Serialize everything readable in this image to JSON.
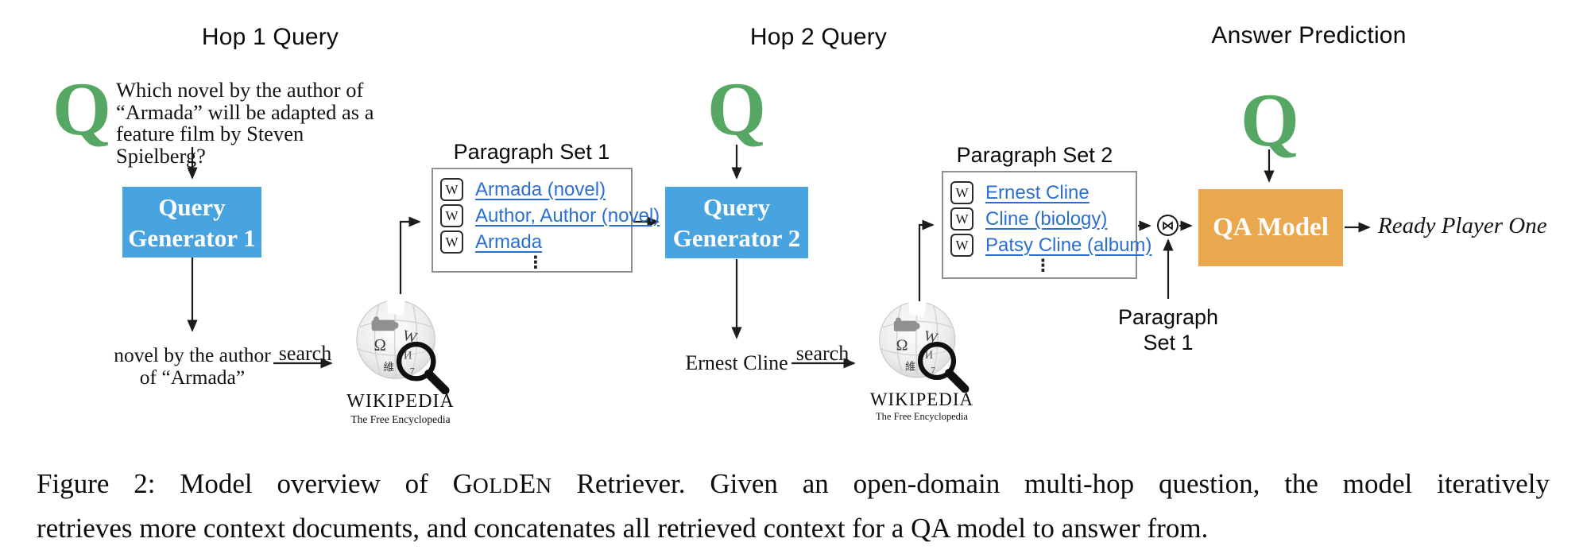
{
  "colors": {
    "generator_blue": "#48A4E0",
    "qa_orange": "#E9A84E",
    "q_green": "#55A763",
    "link_blue": "#2B6FD1",
    "line_black": "#1c1c1c",
    "box_border_gray": "#8f8f8f"
  },
  "headers": {
    "hop1": "Hop 1 Query",
    "hop2": "Hop 2 Query",
    "answer_prediction": "Answer Prediction"
  },
  "question": {
    "symbol": "Q",
    "lines": [
      "Which novel by the author of",
      "“Armada” will be adapted as a",
      "feature film by Steven Spielberg?"
    ]
  },
  "boxes": {
    "query_generator_1": {
      "line1": "Query",
      "line2": "Generator 1"
    },
    "query_generator_2": {
      "line1": "Query",
      "line2": "Generator 2"
    },
    "qa_model": {
      "label": "QA Model"
    }
  },
  "queries": {
    "hop1_line1": "novel by the author",
    "hop1_line2": "of “Armada”",
    "hop2": "Ernest Cline"
  },
  "search": {
    "label": "search"
  },
  "wikipedia": {
    "wordmark": "WIKIPEDIA",
    "tagline": "The Free Encyclopedia"
  },
  "paragraph_sets": {
    "set1": {
      "title": "Paragraph Set 1",
      "wiki_badge": "W",
      "items": [
        "Armada (novel)",
        "Author, Author (novel)",
        "Armada"
      ],
      "ellipsis": "⋮"
    },
    "set2": {
      "title": "Paragraph Set 2",
      "wiki_badge": "W",
      "items": [
        "Ernest Cline",
        "Cline (biology)",
        "Patsy Cline (album)"
      ],
      "ellipsis": "⋮"
    }
  },
  "join": {
    "symbol": "⋈",
    "label_line1": "Paragraph",
    "label_line2": "Set 1"
  },
  "answer": {
    "text": "Ready Player One"
  },
  "caption": {
    "line1_prefix": "Figure 2: Model overview of ",
    "brand_g": "G",
    "brand_old": "OLD",
    "brand_e": "E",
    "brand_n": "N",
    "line1_suffix": " Retriever. Given an open-domain multi-hop question, the model iteratively",
    "line2": "retrieves more context documents, and concatenates all retrieved context for a QA model to answer from."
  }
}
